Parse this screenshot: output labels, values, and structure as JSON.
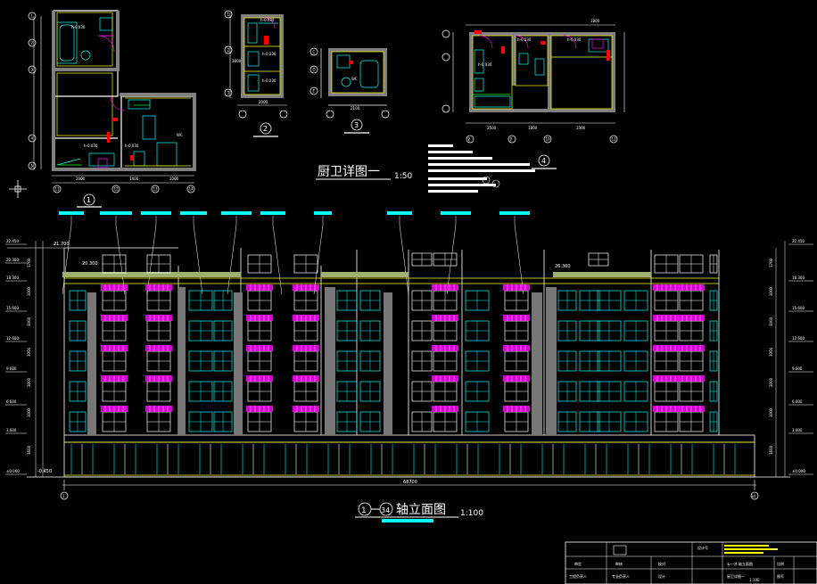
{
  "colors": {
    "background": "#000000",
    "line_white": "#ffffff",
    "cyan": "#00ffff",
    "yellow": "#ffff00",
    "magenta": "#ff00ff",
    "red": "#ff0000",
    "green": "#00ff00",
    "gray": "#808080"
  },
  "details": {
    "title": "厨卫详图一",
    "scale": "1:50",
    "markers": [
      "1",
      "2",
      "3",
      "4"
    ],
    "room_labels": [
      "WC",
      "WC"
    ],
    "detail1": {
      "axes_left": [
        "1",
        "2",
        "3",
        "4",
        "5"
      ],
      "axes_bottom": [
        "11",
        "12",
        "13",
        "14"
      ],
      "dims_bottom": [
        "2000",
        "1400",
        "2000"
      ],
      "levels": [
        "h-0.030",
        "h-0.030",
        "h-0.030"
      ]
    },
    "detail2": {
      "axes_left": [
        "1",
        "2",
        "3"
      ],
      "dims": [
        "3800",
        "2000"
      ],
      "levels": [
        "h-0.030",
        "h-0.030",
        "h-0.030"
      ]
    },
    "detail3": {
      "axes_left": [
        "C",
        "D",
        "E"
      ],
      "dims_bottom": [
        "2100"
      ]
    },
    "detail4": {
      "axes_bottom": [
        "2",
        "9",
        "10",
        "12"
      ],
      "dims_bottom": [
        "2500",
        "1800",
        "2300"
      ],
      "dims_top": [
        "1800"
      ],
      "levels": [
        "h-0.030",
        "h-0.030",
        "h-0.030"
      ]
    }
  },
  "elevation": {
    "title_axis_from": "1",
    "title_axis_to": "34",
    "title": "轴立面图",
    "scale": "1:100",
    "total_dim": "68700",
    "levels_left": [
      "22.450",
      "20.300",
      "18.300",
      "15.600",
      "12.600",
      "9.600",
      "6.600",
      "3.600",
      "±0.000"
    ],
    "levels_right": [
      "22.450",
      "18.300",
      "15.600",
      "12.600",
      "9.600",
      "6.600",
      "3.600",
      "±0.000"
    ],
    "floor_dims": [
      "1700",
      "3000",
      "3000",
      "3000",
      "3000",
      "3000",
      "3600"
    ],
    "roof_levels": [
      "21.700",
      "20.300",
      "26.300"
    ],
    "ground_left": "-0.450"
  },
  "title_block": {
    "row1": [
      "审定",
      "设计号"
    ],
    "row2": [
      "审核",
      "校对",
      "设计"
    ],
    "row3": [
      "工程负责人",
      "专业负责人"
    ],
    "drawing_name_1": "①—㉞ 轴立面图",
    "drawing_name_2": "厨卫详图一",
    "scale_label": "比例",
    "scale_value": "1:100",
    "sheet_label": "图号"
  }
}
